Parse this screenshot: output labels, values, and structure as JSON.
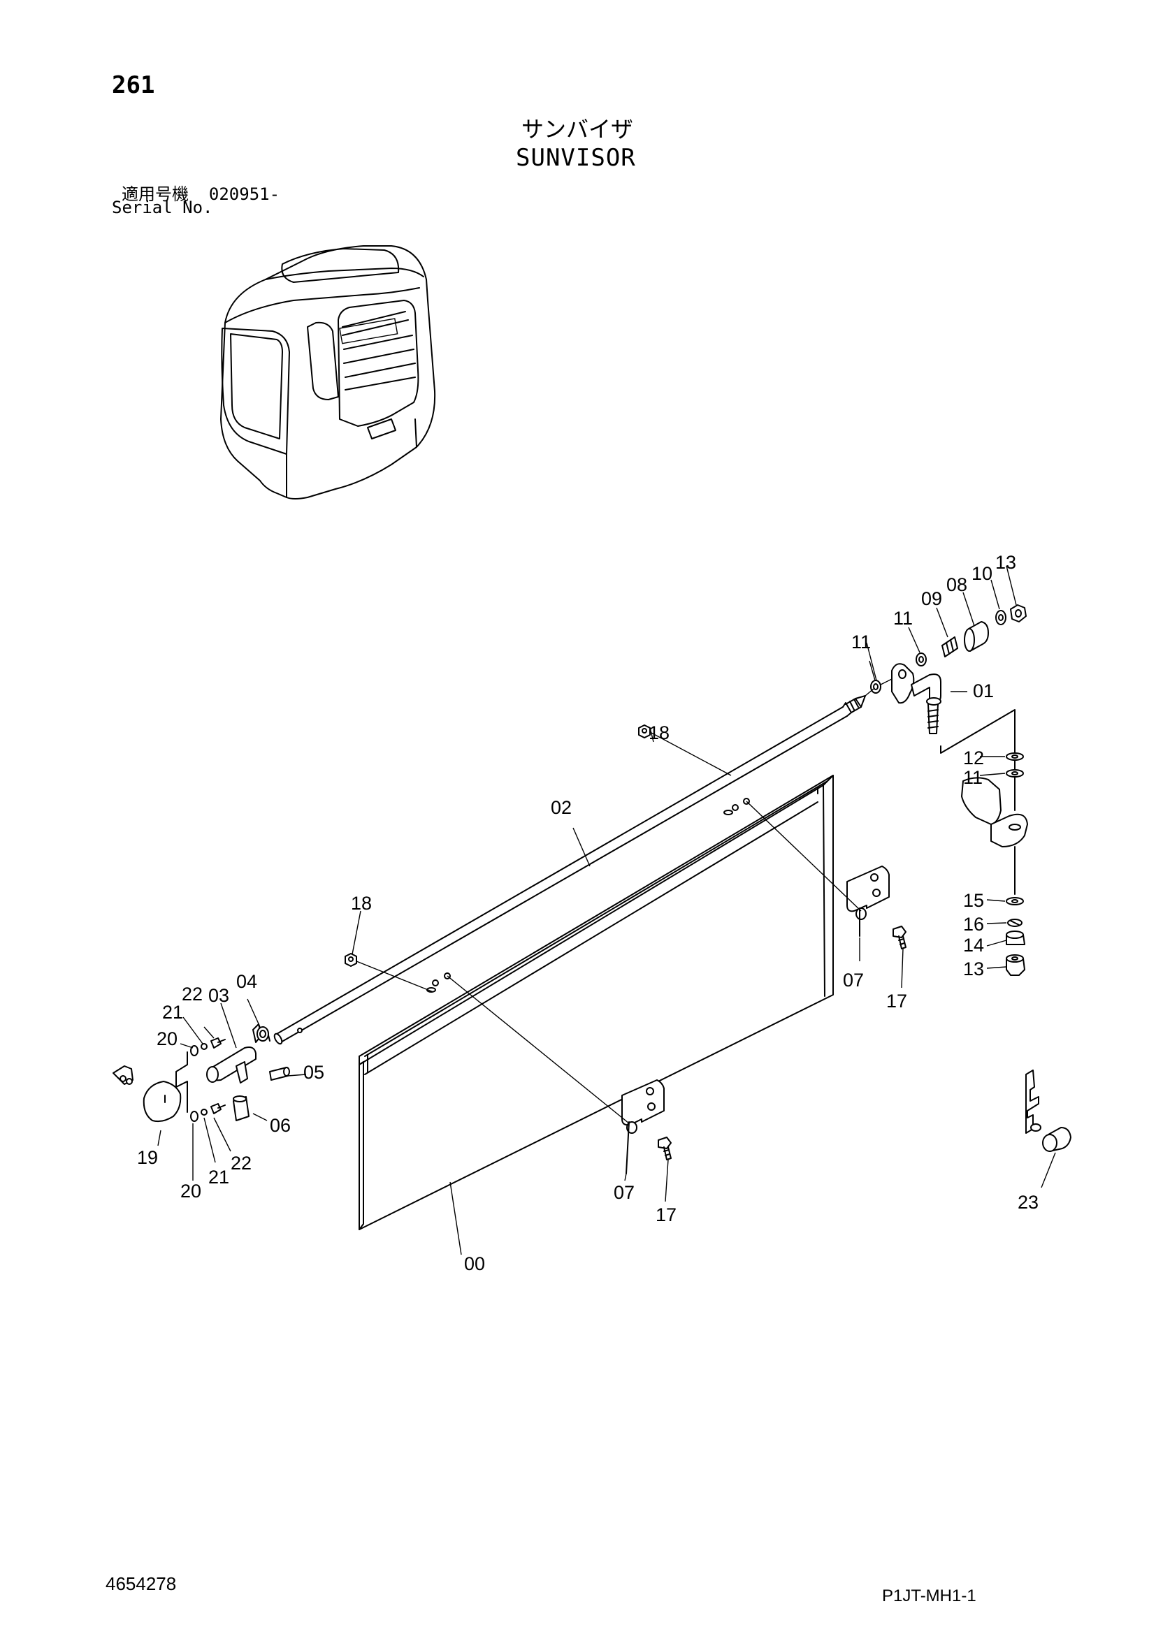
{
  "header": {
    "page_number": "261",
    "title_jp": "サンバイザ",
    "title_en": "SUNVISOR",
    "serial_label_jp": "適用号機",
    "serial_value": "020951-",
    "serial_label_en": "Serial No."
  },
  "footer": {
    "doc_number": "4654278",
    "sheet_code": "P1JT-MH1-1"
  },
  "callouts": {
    "c00": "00",
    "c01": "01",
    "c02": "02",
    "c03": "03",
    "c04": "04",
    "c05": "05",
    "c06": "06",
    "c07a": "07",
    "c07b": "07",
    "c08": "08",
    "c09": "09",
    "c10": "10",
    "c11a": "11",
    "c11b": "11",
    "c11c": "11",
    "c12": "12",
    "c13a": "13",
    "c13b": "13",
    "c14": "14",
    "c15": "15",
    "c16": "16",
    "c17a": "17",
    "c17b": "17",
    "c18a": "18",
    "c18b": "18",
    "c19": "19",
    "c20a": "20",
    "c20b": "20",
    "c21a": "21",
    "c21b": "21",
    "c22a": "22",
    "c22b": "22",
    "c23": "23"
  }
}
